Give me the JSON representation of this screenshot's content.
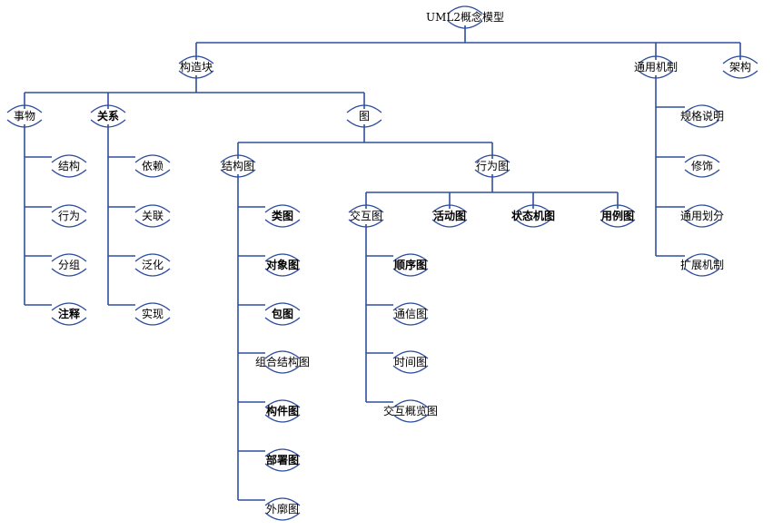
{
  "diagram": {
    "root": "UML2概念模型",
    "building_blocks": {
      "label": "构造块",
      "things": {
        "label": "事物",
        "children": [
          "结构",
          "行为",
          "分组",
          "注释"
        ]
      },
      "relationships": {
        "label": "关系",
        "children": [
          "依赖",
          "关联",
          "泛化",
          "实现"
        ]
      },
      "diagrams": {
        "label": "图",
        "structural": {
          "label": "结构图",
          "children": [
            "类图",
            "对象图",
            "包图",
            "组合结构图",
            "构件图",
            "部署图",
            "外廓图"
          ]
        },
        "behavioral": {
          "label": "行为图",
          "interaction": {
            "label": "交互图",
            "children": [
              "顺序图",
              "通信图",
              "时间图",
              "交互概览图"
            ]
          },
          "activity": "活动图",
          "state_machine": "状态机图",
          "use_case": "用例图"
        }
      }
    },
    "common_mechanisms": {
      "label": "通用机制",
      "children": [
        "规格说明",
        "修饰",
        "通用划分",
        "扩展机制"
      ]
    },
    "architecture": "架构"
  }
}
